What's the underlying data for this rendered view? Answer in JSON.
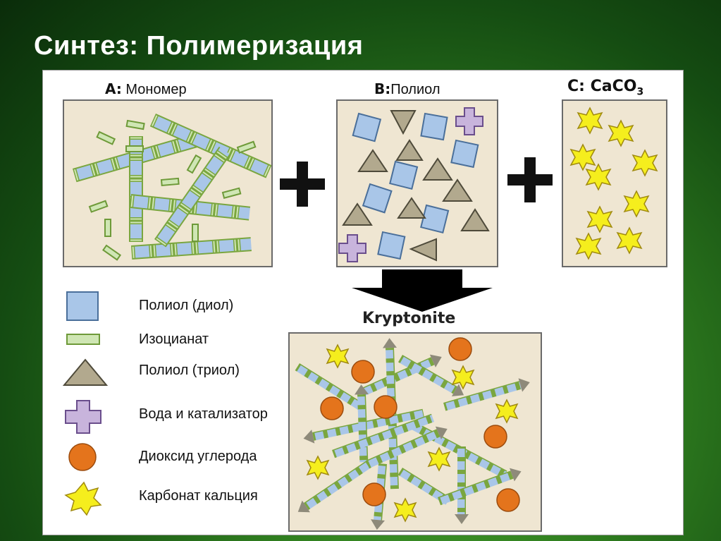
{
  "title": "Синтез: Полимеризация",
  "panels": {
    "a": {
      "letter": "A:",
      "text": "Мономер"
    },
    "b": {
      "letter": "B:",
      "text": "Полиол"
    },
    "c": {
      "letter": "C:",
      "text": "CaCO",
      "sub": "3"
    }
  },
  "result_label": "Kryptonite",
  "legend": [
    {
      "icon": "blue-square",
      "label": "Полиол (диол)"
    },
    {
      "icon": "green-bar",
      "label": "Изоцианат"
    },
    {
      "icon": "triangle",
      "label": "Полиол (триол)"
    },
    {
      "icon": "purple-cross",
      "label": "Вода и катализатор"
    },
    {
      "icon": "orange-circle",
      "label": "Диоксид углерода"
    },
    {
      "icon": "yellow-star",
      "label": "Карбонат кальция"
    }
  ],
  "colors": {
    "polyol_blue": "#a9c6e8",
    "isocyanate_green": "#cfe6b4",
    "triangle": "#b2a98e",
    "cross": "#c8b4dc",
    "circle": "#e4741c",
    "star": "#f5ee1d",
    "panel_bg": "#efe6d2"
  }
}
